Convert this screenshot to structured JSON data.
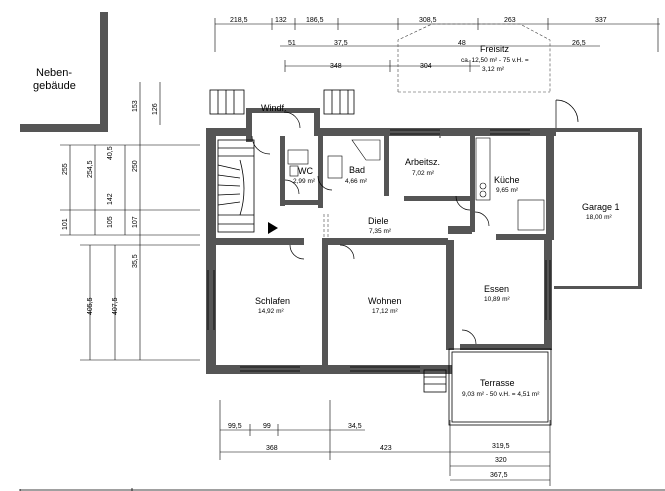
{
  "labels": {
    "neighbor_line1": "Neben-",
    "neighbor_line2": "gebäude",
    "windfang": "Windf.",
    "freisitz_name": "Freisitz",
    "freisitz_calc": "ca. 12,50 m² - 75 v.H. =",
    "freisitz_area": "3,12 m²"
  },
  "rooms": {
    "wc": {
      "name": "WC",
      "area": "2,99 m²"
    },
    "bad": {
      "name": "Bad",
      "area": "4,66 m²"
    },
    "arbeitsz": {
      "name": "Arbeitsz.",
      "area": "7,02 m²"
    },
    "kueche": {
      "name": "Küche",
      "area": "9,65 m²"
    },
    "garage": {
      "name": "Garage 1",
      "area": "18,00 m²"
    },
    "diele": {
      "name": "Diele",
      "area": "7,35 m²"
    },
    "schlafen": {
      "name": "Schlafen",
      "area": "14,92 m²"
    },
    "wohnen": {
      "name": "Wohnen",
      "area": "17,12 m²"
    },
    "essen": {
      "name": "Essen",
      "area": "10,89 m²"
    },
    "terrasse": {
      "name": "Terrasse",
      "area": "9,03 m² - 50 v.H. = 4,51 m²"
    }
  },
  "dimensions": {
    "top": [
      "218,5",
      "132",
      "186,5",
      "308,5",
      "263",
      "337"
    ],
    "top_sub": [
      "51",
      "37,5",
      "48",
      "26,5"
    ],
    "top_inner": [
      "348",
      "304"
    ],
    "left_upper": [
      "153",
      "126"
    ],
    "left_mid": [
      "255",
      "254,5",
      "40,5",
      "250"
    ],
    "left_lower": [
      "101",
      "142",
      "105",
      "107",
      "35,5"
    ],
    "left_bottom": [
      "405,5",
      "407,5"
    ],
    "bottom": [
      "99,5",
      "99",
      "34,5",
      "368",
      "423",
      "319,5",
      "320",
      "367,5"
    ]
  }
}
